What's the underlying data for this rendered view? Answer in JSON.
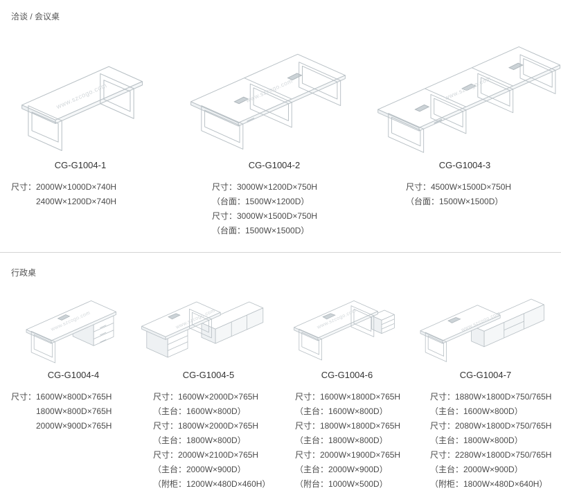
{
  "watermark": "www.szcogo.com",
  "sections": [
    {
      "title": "洽谈 / 会议桌",
      "products": [
        {
          "code": "CG-G1004-1",
          "specs": [
            "尺寸：2000W×1000D×740H",
            "2400W×1200D×740H"
          ]
        },
        {
          "code": "CG-G1004-2",
          "specs": [
            "尺寸：3000W×1200D×750H",
            "（台面：1500W×1200D）",
            "尺寸：3000W×1500D×750H",
            "（台面：1500W×1500D）"
          ]
        },
        {
          "code": "CG-G1004-3",
          "specs": [
            "尺寸：4500W×1500D×750H",
            "（台面：1500W×1500D）"
          ]
        }
      ]
    },
    {
      "title": "行政桌",
      "products": [
        {
          "code": "CG-G1004-4",
          "specs": [
            "尺寸：1600W×800D×765H",
            "1800W×800D×765H",
            "2000W×900D×765H"
          ]
        },
        {
          "code": "CG-G1004-5",
          "specs": [
            "尺寸：1600W×2000D×765H",
            "（主台：1600W×800D）",
            "尺寸：1800W×2000D×765H",
            "（主台：1800W×800D）",
            "尺寸：2000W×2100D×765H",
            "（主台：2000W×900D）",
            "（附柜：1200W×480D×460H）"
          ]
        },
        {
          "code": "CG-G1004-6",
          "specs": [
            "尺寸：1600W×1800D×765H",
            "（主台：1600W×800D）",
            "尺寸：1800W×1800D×765H",
            "（主台：1800W×800D）",
            "尺寸：2000W×1900D×765H",
            "（主台：2000W×900D）",
            "（附台：1000W×500D）"
          ]
        },
        {
          "code": "CG-G1004-7",
          "specs": [
            "尺寸：1880W×1800D×750/765H",
            "（主台：1600W×800D）",
            "尺寸：2080W×1800D×750/765H",
            "（主台：1800W×800D）",
            "尺寸：2280W×1800D×750/765H",
            "（主台：2000W×900D）",
            "（附柜：1800W×480D×640H）"
          ]
        }
      ]
    }
  ]
}
